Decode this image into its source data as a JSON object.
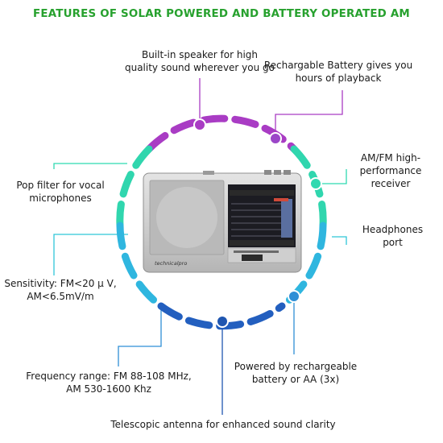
{
  "title": "FEATURES OF SOLAR POWERED AND BATTERY OPERATED AM",
  "colors": {
    "title": "#27a12e",
    "connector": [
      "#a93cc4",
      "#2fd9b0",
      "#2fc6d8",
      "#2f8fd6",
      "#1f56b0"
    ]
  },
  "radio": {
    "brand": "technicalpro"
  },
  "features": [
    {
      "id": "speaker",
      "lines": [
        "Built-in speaker for high",
        "quality sound wherever you go"
      ]
    },
    {
      "id": "battery",
      "lines": [
        "Rechargable Battery gives you",
        "hours of playback"
      ]
    },
    {
      "id": "amfm",
      "lines": [
        "AM/FM high-",
        "performance",
        "receiver"
      ]
    },
    {
      "id": "popfilter",
      "lines": [
        "Pop filter for vocal",
        "microphones"
      ]
    },
    {
      "id": "headphones",
      "lines": [
        "Headphones",
        "port"
      ]
    },
    {
      "id": "sensitivity",
      "lines": [
        "Sensitivity: FM<20 μ V,",
        "AM<6.5mV/m"
      ]
    },
    {
      "id": "frequency",
      "lines": [
        "Frequency range: FM 88-108 MHz,",
        "AM 530-1600 Khz"
      ]
    },
    {
      "id": "powered",
      "lines": [
        "Powered by rechargeable",
        "battery or AA (3x)"
      ]
    },
    {
      "id": "antenna",
      "lines": [
        "Telescopic antenna for enhanced sound clarity"
      ]
    }
  ]
}
